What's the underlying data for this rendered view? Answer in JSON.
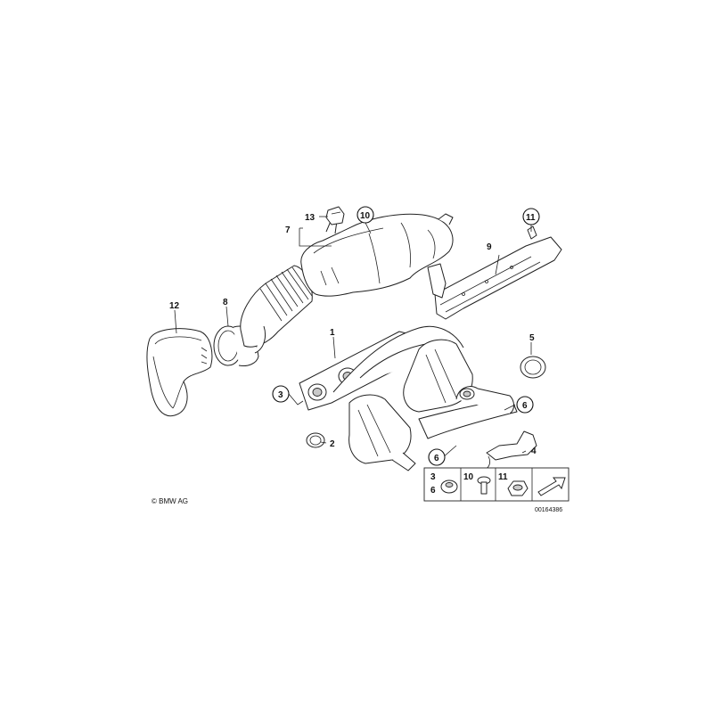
{
  "callouts": {
    "c1": "1",
    "c2": "2",
    "c3": "3",
    "c4": "4",
    "c5": "5",
    "c6a": "6",
    "c6b": "6",
    "c7": "7",
    "c8": "8",
    "c9": "9",
    "c10": "10",
    "c11": "11",
    "c12": "12",
    "c13": "13"
  },
  "legend_box": {
    "labels": [
      "3",
      "6",
      "10",
      "11"
    ]
  },
  "copyright": "© BMW AG",
  "diagram_id": "00164386"
}
